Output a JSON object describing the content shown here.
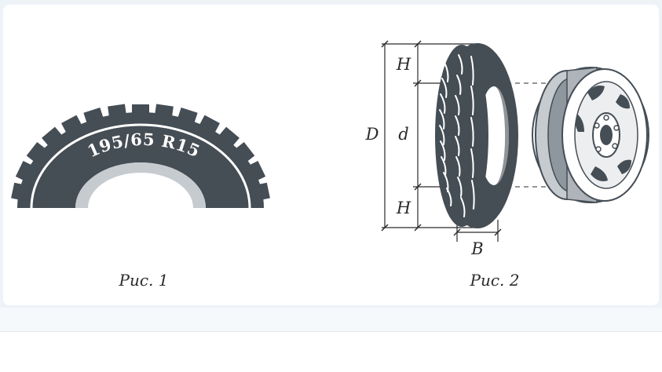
{
  "figure1": {
    "caption": "Рис. 1",
    "tire_marking": "195/65 R15"
  },
  "figure2": {
    "caption": "Рис. 2",
    "labels": {
      "H_top": "H",
      "d": "d",
      "D": "D",
      "H_bottom": "H",
      "B": "B"
    }
  },
  "colors": {
    "tire_dark": "#454d55",
    "tire_stripe": "#ffffff",
    "rim_light": "#c6cbd0",
    "ink": "#2b2b2b"
  }
}
